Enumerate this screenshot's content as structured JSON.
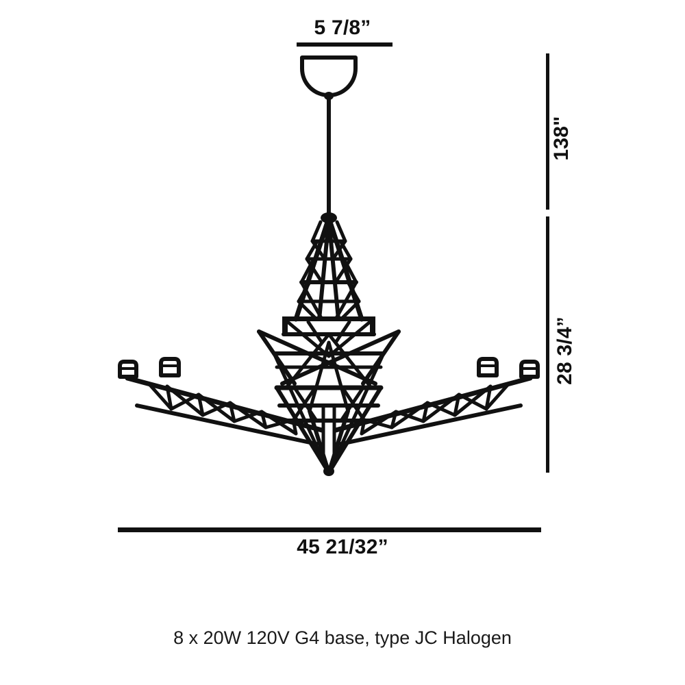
{
  "drawing": {
    "title": "Chandelier dimensional drawing",
    "line_color": "#111111",
    "background": "#ffffff"
  },
  "dimensions": {
    "canopy_width": "5 7/8”",
    "drop_height": "138\"",
    "fixture_height": "28 3/4”",
    "overall_width": "45 21/32”"
  },
  "caption": {
    "text": "8 x 20W 120V G4 base, type JC Halogen"
  },
  "fixture": {
    "canopy_label": "ceiling-canopy",
    "cable_label": "suspension-cable",
    "tower_label": "upper-lattice-tower",
    "body_label": "central-star-body",
    "arm_left_label": "left-truss-arm",
    "arm_right_label": "right-truss-arm",
    "socket_count": 4
  }
}
